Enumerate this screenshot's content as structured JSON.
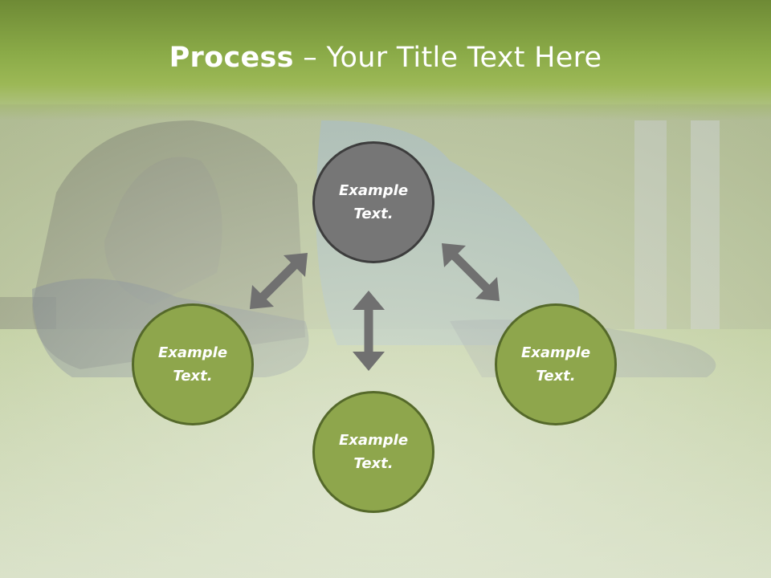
{
  "slide": {
    "title_bold": "Process",
    "title_rest": " – Your Title Text Here"
  },
  "nodes": {
    "top": "Example\nText.",
    "left": "Example\nText.",
    "right": "Example\nText.",
    "bottom": "Example\nText."
  },
  "colors": {
    "title_band": "#8bab48",
    "node_green": "#8ea64c",
    "node_gray": "#767676",
    "arrow": "#6f6f6f"
  },
  "background_photo": "family-blowing-bubbles-on-grass"
}
